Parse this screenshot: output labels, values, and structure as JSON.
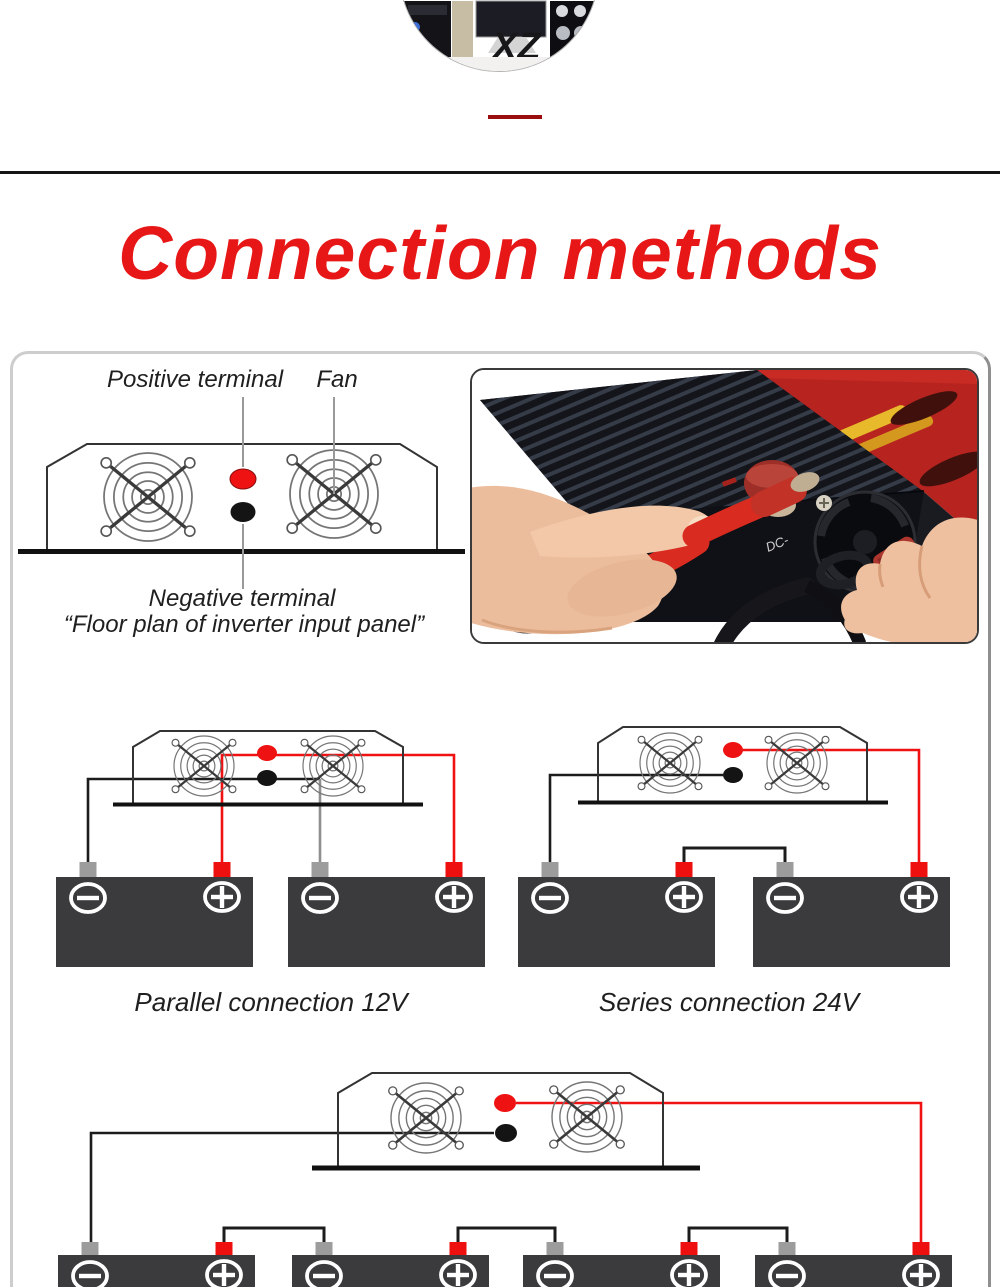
{
  "title": {
    "text": "Connection methods"
  },
  "hero": {
    "monitor_mark": "XZ"
  },
  "floor_plan": {
    "positive_label": "Positive terminal",
    "fan_label": "Fan",
    "negative_label": "Negative terminal",
    "caption": "“Floor plan of inverter input panel”"
  },
  "photo": {
    "dc_label": "DC-"
  },
  "diagrams": {
    "parallel_caption": "Parallel connection 12V",
    "series_caption": "Series connection 24V"
  },
  "colors": {
    "title_red": "#e81717",
    "mini_divider_red": "#9b0e10",
    "wire_red": "#f01212",
    "wire_black": "#1c1c1c",
    "wire_gray": "#8f8f8f",
    "battery_body": "#3b3b3d",
    "tab_negative": "#9c9c9c",
    "tab_positive": "#ee0f0f",
    "inverter_photo_red": "#b7241f"
  }
}
